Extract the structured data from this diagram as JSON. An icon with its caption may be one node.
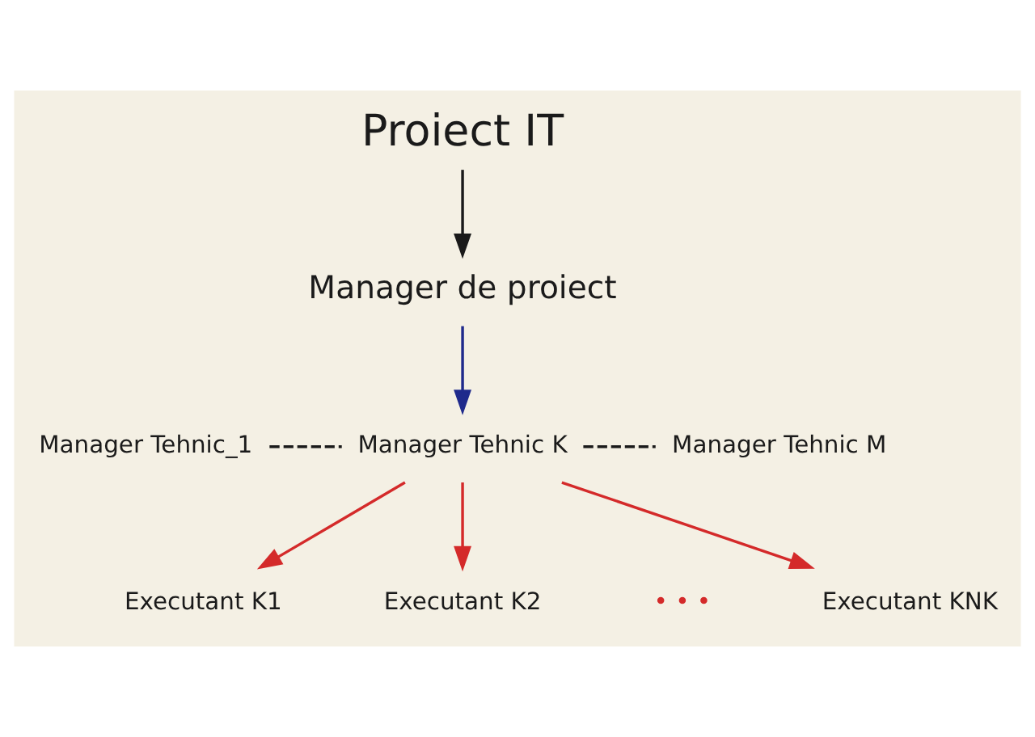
{
  "diagram": {
    "nodes": [
      {
        "text": [
          "Proiect IT"
        ]
      },
      {
        "text": [
          "Manager de proiect"
        ]
      },
      {
        "text": [
          "Manager Tehnic_1"
        ]
      },
      {
        "text": [
          "Manager Tehnic K"
        ]
      },
      {
        "text": [
          "Manager Tehnic M"
        ]
      },
      {
        "text": [
          "Executant K1"
        ]
      },
      {
        "text": [
          "Executant K2"
        ]
      },
      {
        "text": [
          "Executant KNK"
        ]
      }
    ],
    "edges": [
      {
        "from": 0,
        "to": 1,
        "arrow": "to",
        "color": "#1a1a1a"
      },
      {
        "from": 1,
        "to": 3,
        "arrow": "to",
        "color": "#1f2a8c"
      },
      {
        "from": 2,
        "to": 3,
        "arrow": "none",
        "style": "dashed",
        "color": "#1a1a1a"
      },
      {
        "from": 3,
        "to": 4,
        "arrow": "none",
        "style": "dashed",
        "color": "#1a1a1a"
      },
      {
        "from": 3,
        "to": 5,
        "arrow": "to",
        "color": "#d42a2a"
      },
      {
        "from": 3,
        "to": 6,
        "arrow": "to",
        "color": "#d42a2a"
      },
      {
        "from": 3,
        "to": 7,
        "arrow": "to",
        "color": "#d42a2a"
      }
    ],
    "labels": [
      "• • •"
    ]
  }
}
